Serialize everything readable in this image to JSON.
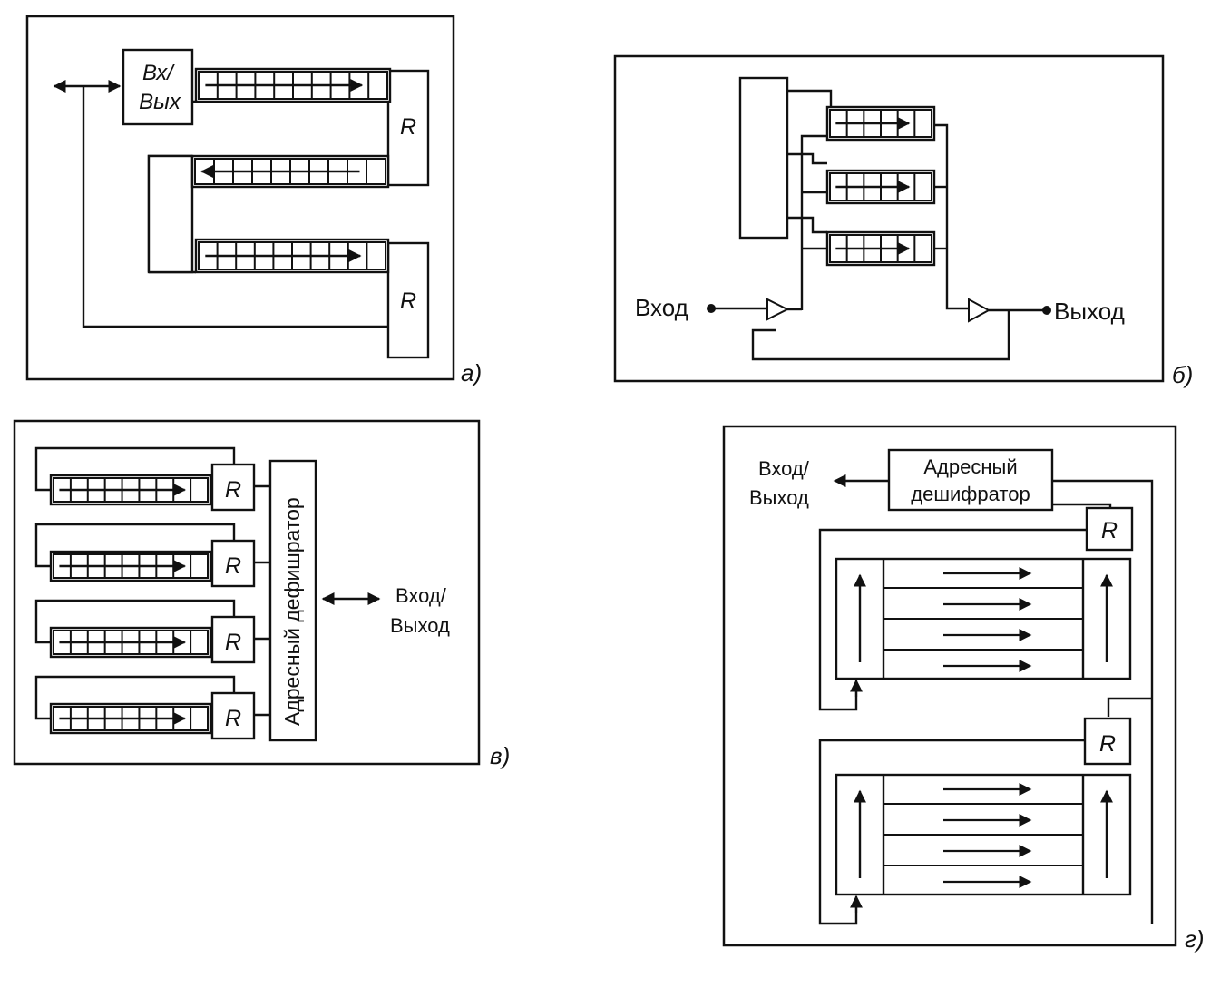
{
  "panels": {
    "a": {
      "caption": "а)",
      "io_top": "Вх/",
      "io_bottom": "Вых",
      "reg1": "R",
      "reg2": "R"
    },
    "b": {
      "caption": "б)",
      "input": "Вход",
      "output": "Выход"
    },
    "v": {
      "caption": "в)",
      "regs": [
        "R",
        "R",
        "R",
        "R"
      ],
      "decoder": "Адресный дефишратор",
      "io_top": "Вход/",
      "io_bottom": "Выход"
    },
    "g": {
      "caption": "г)",
      "decoder_top": "Адресный",
      "decoder_bottom": "дешифратор",
      "io_top": "Вход/",
      "io_bottom": "Выход",
      "reg1": "R",
      "reg2": "R"
    }
  }
}
